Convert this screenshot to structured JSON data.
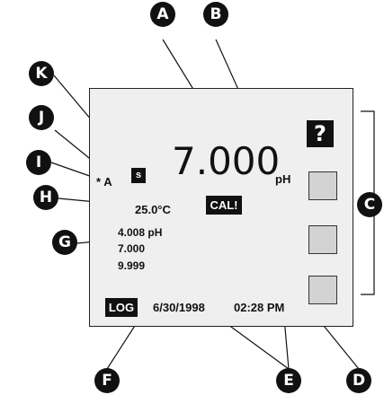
{
  "display": {
    "main_value": "7.000",
    "main_unit": "pH",
    "stability_indicator": "s",
    "mode_marker": "* A",
    "temperature": "25.0°C",
    "cal_button": "CAL!",
    "buffers": [
      "4.008 pH",
      "7.000",
      "9.999"
    ],
    "log_button": "LOG",
    "date": "6/30/1998",
    "time": "02:28 PM",
    "help_button": "?"
  },
  "callouts": {
    "A": "A",
    "B": "B",
    "C": "C",
    "D": "D",
    "E": "E",
    "F": "F",
    "G": "G",
    "H": "H",
    "I": "I",
    "J": "J",
    "K": "K"
  }
}
